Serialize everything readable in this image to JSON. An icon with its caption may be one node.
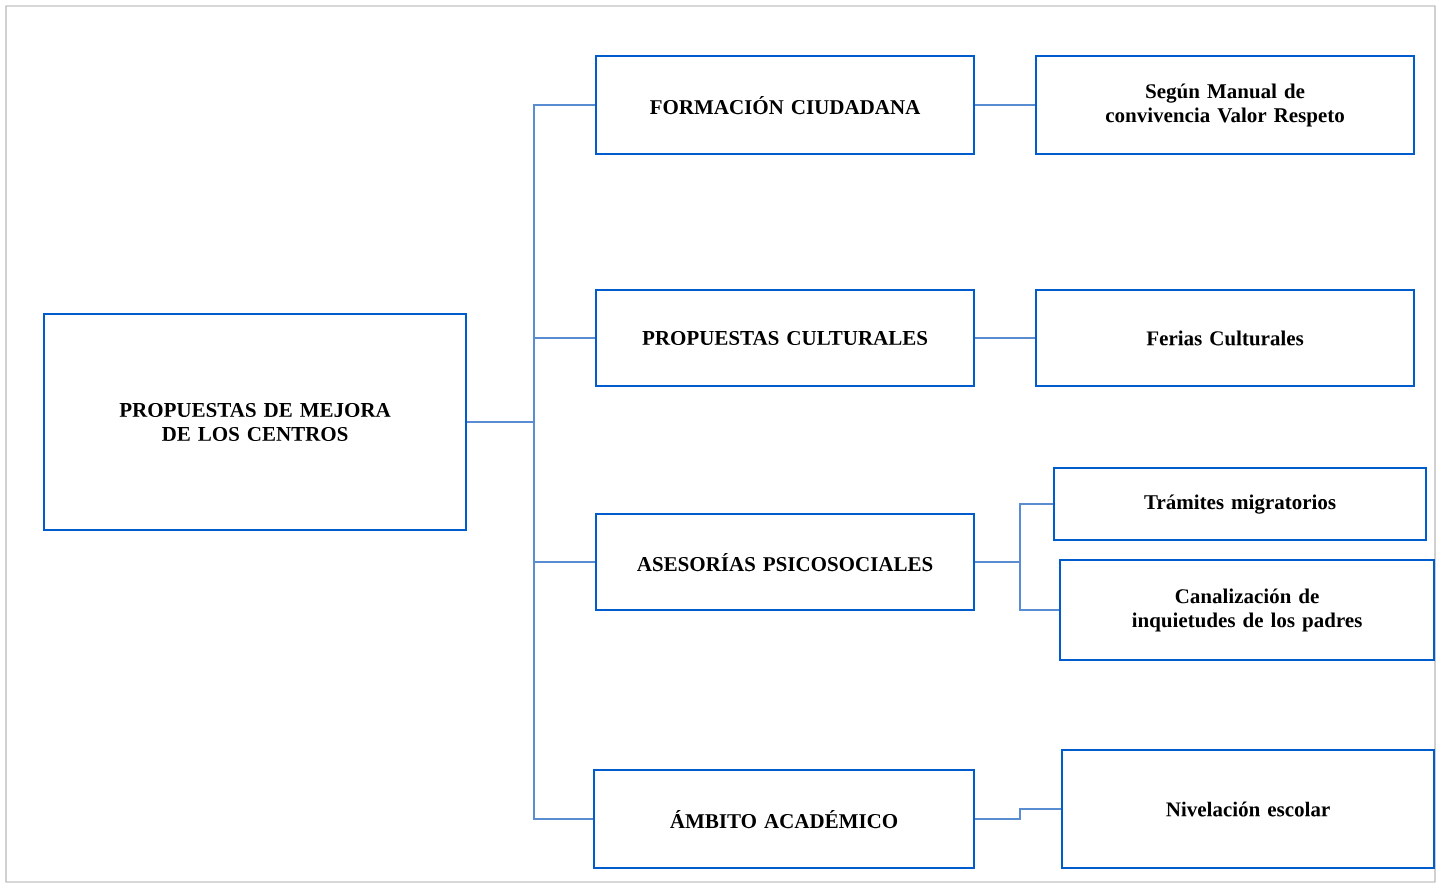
{
  "diagram": {
    "nodes": [
      {
        "text": [
          "PROPUESTAS DE MEJORA DE LOS CENTROS"
        ]
      },
      {
        "text": [
          "FORMACIÓN CIUDADANA"
        ]
      },
      {
        "text": [
          "PROPUESTAS CULTURALES"
        ]
      },
      {
        "text": [
          "ASESORÍAS PSICOSOCIALES"
        ]
      },
      {
        "text": [
          "ÁMBITO ACADÉMICO"
        ]
      },
      {
        "text": [
          "Según Manual de convivencia Valor Respeto"
        ]
      },
      {
        "text": [
          "Ferias Culturales"
        ]
      },
      {
        "text": [
          "Trámites migratorios"
        ]
      },
      {
        "text": [
          "Canalización de inquietudes de los padres"
        ]
      },
      {
        "text": [
          "Nivelación escolar"
        ]
      }
    ],
    "edges": [
      {
        "from": 0,
        "to": 1,
        "arrow": "none"
      },
      {
        "from": 0,
        "to": 2,
        "arrow": "none"
      },
      {
        "from": 0,
        "to": 3,
        "arrow": "none"
      },
      {
        "from": 0,
        "to": 4,
        "arrow": "none"
      },
      {
        "from": 1,
        "to": 5,
        "arrow": "none"
      },
      {
        "from": 2,
        "to": 6,
        "arrow": "none"
      },
      {
        "from": 3,
        "to": 7,
        "arrow": "none"
      },
      {
        "from": 3,
        "to": 8,
        "arrow": "none"
      },
      {
        "from": 4,
        "to": 9,
        "arrow": "none"
      }
    ]
  }
}
